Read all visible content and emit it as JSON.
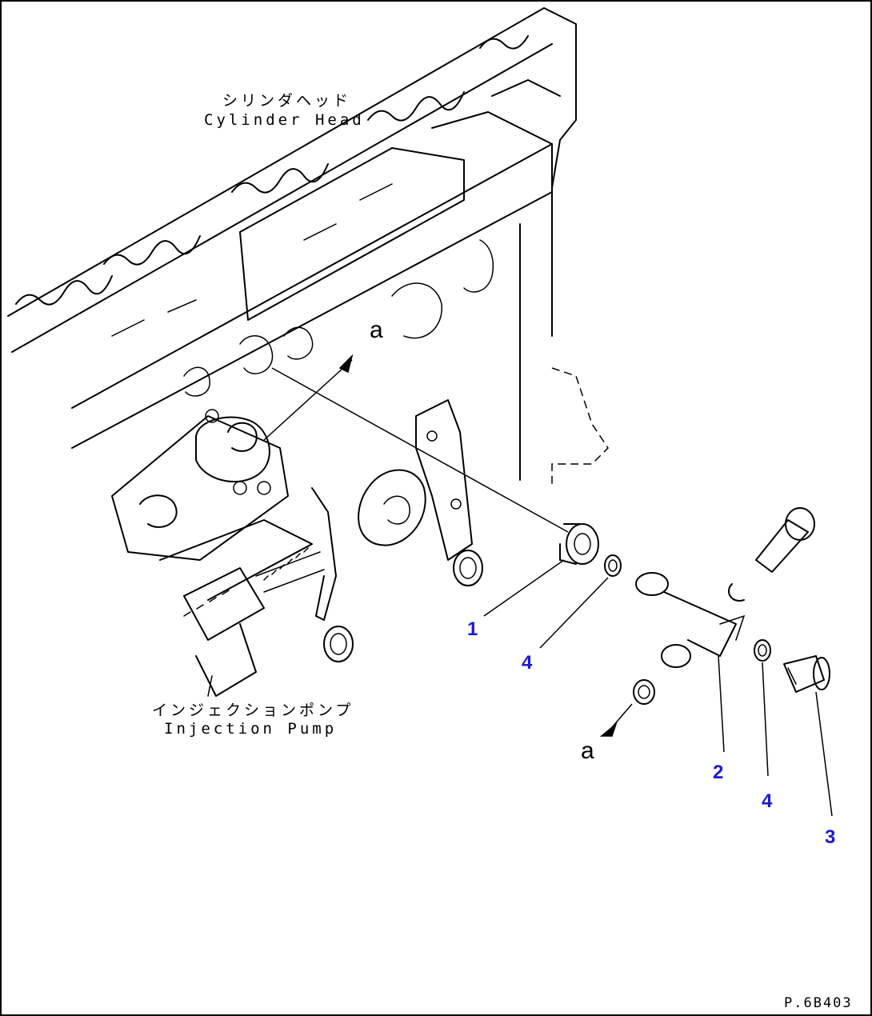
{
  "labels": {
    "cylinder_head_jp": "シリンダヘッド",
    "cylinder_head_en": "Cylinder Head",
    "injection_pump_jp": "インジェクションポンプ",
    "injection_pump_en": "Injection Pump"
  },
  "reference_marks": {
    "upper": "a",
    "lower": "a"
  },
  "callouts": {
    "part_1": "1",
    "part_2": "2",
    "part_3": "3",
    "part_4_left": "4",
    "part_4_right": "4"
  },
  "drawing_code": "P.6B403",
  "colors": {
    "line": "#000000",
    "callout": "#1a1ad6",
    "background": "#ffffff"
  }
}
